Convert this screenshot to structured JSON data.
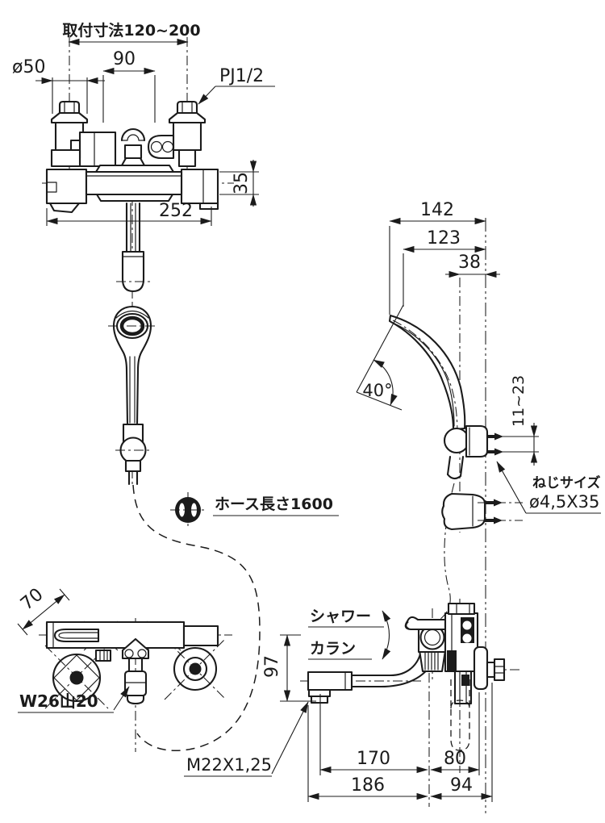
{
  "colors": {
    "background": "#ffffff",
    "line": "#1b1b1b"
  },
  "front_view": {
    "mounting_pitch_label": "取付寸法120~200",
    "flange_diameter_label": "ø50",
    "handle_pitch_label": "90",
    "inlet_thread_label": "PJ1/2",
    "body_height_label": "35",
    "body_width_label": "252"
  },
  "handshower": {
    "hose_length_label": "ホース長さ1600",
    "hose_symbol_icon": "hose-cross-section-icon"
  },
  "shower_side_view": {
    "overall_depth_label": "142",
    "head_depth_label": "123",
    "holder_offset_label": "38",
    "head_angle_label": "40°",
    "adjust_range_label": "11~23",
    "screw_size_caption": "ねじサイズ",
    "screw_size_label": "ø4,5X35"
  },
  "top_view": {
    "body_depth_label": "70",
    "hose_thread_label": "W26山20"
  },
  "faucet_side_view": {
    "shower_position_label": "シャワー",
    "spout_position_label": "カラン",
    "spout_height_label": "97",
    "spout_thread_label": "M22X1,25",
    "spout_reach_label": "170",
    "wall_offset_label": "80",
    "spout_reach_total_label": "186",
    "wall_offset_total_label": "94"
  }
}
